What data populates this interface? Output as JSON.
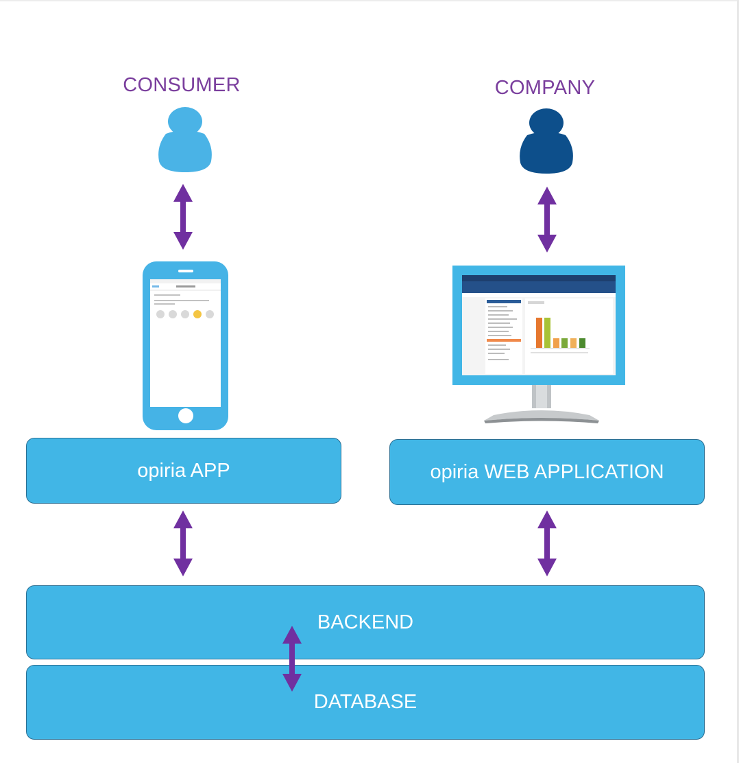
{
  "actors": {
    "consumer": "CONSUMER",
    "company": "COMPANY"
  },
  "apps": {
    "mobile": "opiria APP",
    "web": "opiria WEB APPLICATION"
  },
  "layers": {
    "backend": "BACKEND",
    "database": "DATABASE"
  },
  "colors": {
    "label_purple": "#7a3e9d",
    "arrow_purple": "#7030a0",
    "box_blue": "#41b6e6",
    "consumer_blue": "#4ab3e6",
    "company_blue": "#0d4f8b"
  },
  "icons": {
    "consumer": "person-icon",
    "company": "person-icon",
    "app_device": "smartphone-icon",
    "web_device": "desktop-monitor-icon"
  }
}
